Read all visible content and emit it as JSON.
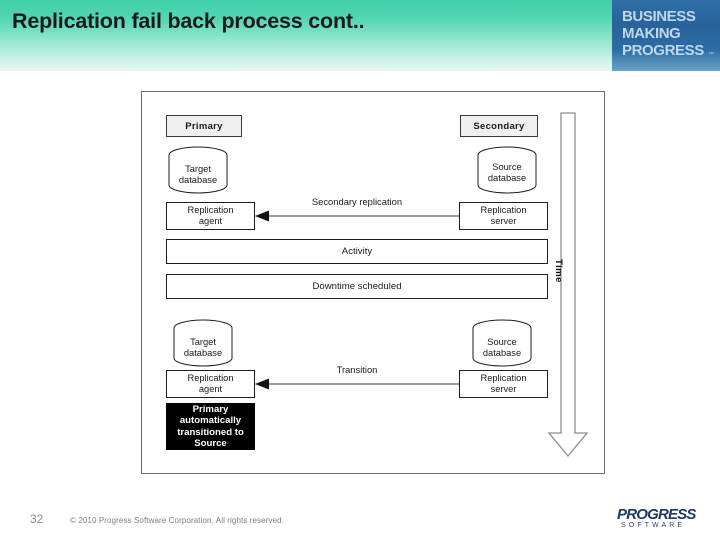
{
  "header": {
    "title": "Replication fail back process cont..",
    "brand": {
      "line1": "BUSINESS",
      "line2": "MAKING",
      "line3": "PROGRESS",
      "tm": "™",
      "bar_color": "#2a6299",
      "gradient_start": "#3ecfa5",
      "gradient_end": "#e7f8f2"
    }
  },
  "diagram": {
    "name": "replication-fail-back-process",
    "roles": {
      "primary": "Primary",
      "secondary": "Secondary"
    },
    "phase_top": {
      "target_database": "Target\ndatabase",
      "target_database_line1": "Target",
      "target_database_line2": "database",
      "source_database_line1": "Source",
      "source_database_line2": "database",
      "replication_agent_line1": "Replication",
      "replication_agent_line2": "agent",
      "replication_server_line1": "Replication",
      "replication_server_line2": "server",
      "connector_label": "Secondary replication"
    },
    "bars": [
      {
        "label": "Activity"
      },
      {
        "label": "Downtime scheduled"
      }
    ],
    "phase_bottom": {
      "target_database_line1": "Target",
      "target_database_line2": "database",
      "source_database_line1": "Source",
      "source_database_line2": "database",
      "replication_agent_line1": "Replication",
      "replication_agent_line2": "agent",
      "replication_server_line1": "Replication",
      "replication_server_line2": "server",
      "connector_label": "Transition"
    },
    "callout": {
      "line1": "Primary",
      "line2": "automatically",
      "line3": "transitioned to",
      "line4": "Source",
      "background": "#000000",
      "text_color": "#ffffff"
    },
    "time_axis": {
      "label": "Time",
      "direction": "down"
    }
  },
  "footer": {
    "page_number": "32",
    "copyright": "© 2010 Progress Software Corporation. All rights reserved.",
    "logo_word": "PROGRESS",
    "logo_sub": "SOFTWARE",
    "logo_color": "#1f3864"
  }
}
